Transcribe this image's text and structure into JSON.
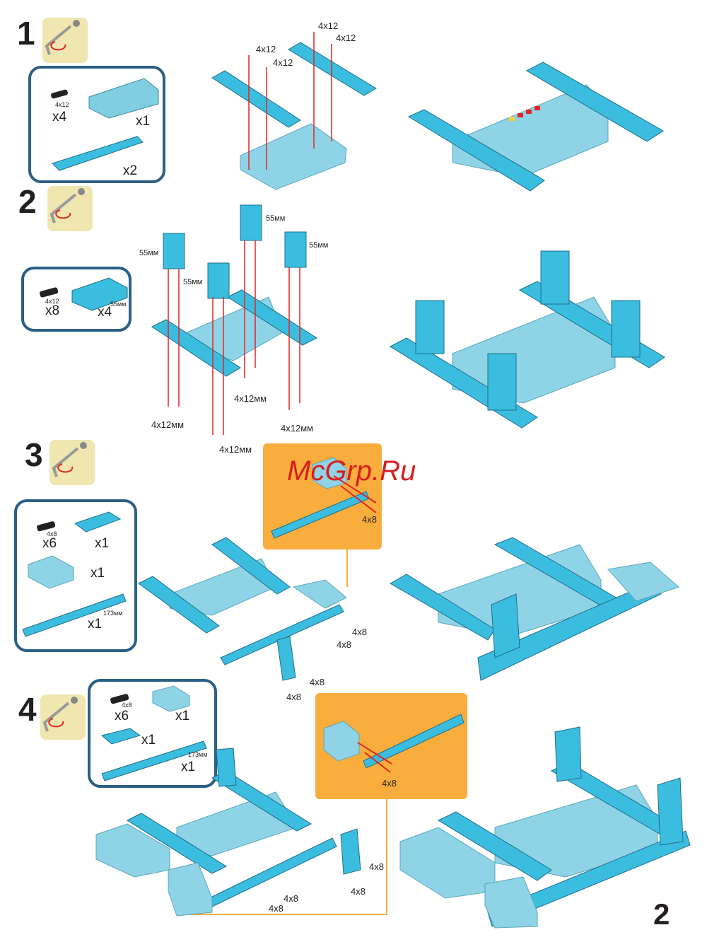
{
  "page_number": "2",
  "watermark": "McGrp.Ru",
  "colors": {
    "part_blue": "#3bbde0",
    "controller": "#8fd3e6",
    "box_border": "#2b5f86",
    "tool_bg": "#efe6b0",
    "callout": "#f8ad3c",
    "arrow": "#e52421"
  },
  "steps": [
    {
      "number": "1",
      "tool_icon": "hex-key-icon",
      "parts": {
        "screw_size": "4x12",
        "screw_qty": "x4",
        "controller_qty": "x1",
        "beam_qty": "x2"
      },
      "labels": [
        "4x12",
        "4x12",
        "4x12",
        "4x12"
      ]
    },
    {
      "number": "2",
      "tool_icon": "hex-key-icon",
      "parts": {
        "screw_size": "4x12",
        "screw_qty": "x8",
        "bracket_size": "55мм",
        "bracket_qty": "x4"
      },
      "labels": [
        "55мм",
        "55мм",
        "55мм",
        "55мм",
        "4x12мм",
        "4x12мм",
        "4x12мм",
        "4x12мм"
      ]
    },
    {
      "number": "3",
      "tool_icon": "hex-key-icon",
      "parts": {
        "screw_size": "4x8",
        "screw_qty": "x6",
        "plate_qty": "x1",
        "motor_qty": "x1",
        "strip_size": "173мм",
        "strip_qty": "x1"
      },
      "callout_label": "4x8",
      "labels": [
        "4x8",
        "4x8",
        "4x8",
        "4x8"
      ]
    },
    {
      "number": "4",
      "tool_icon": "hex-key-icon",
      "parts": {
        "screw_size": "4x8",
        "screw_qty": "x6",
        "motor_qty": "x1",
        "plate_qty": "x1",
        "strip_size": "173мм",
        "strip_qty": "x1"
      },
      "callout_label": "4x8",
      "labels": [
        "4x8",
        "4x8",
        "4x8",
        "4x8"
      ]
    }
  ]
}
